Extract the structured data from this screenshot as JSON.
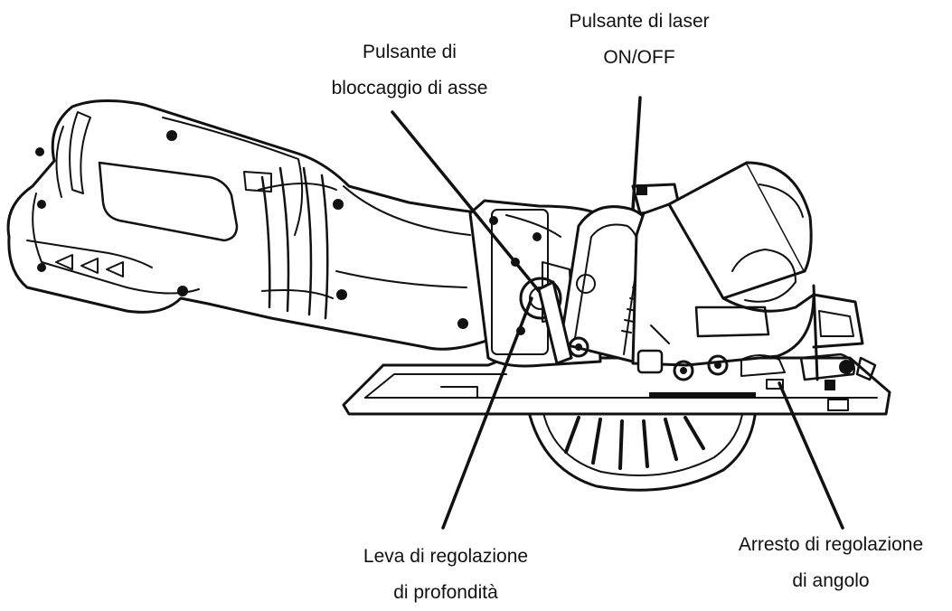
{
  "labels": {
    "laser_button": {
      "line1": "Pulsante di laser",
      "line2": "ON/OFF"
    },
    "spindle_lock": {
      "line1": "Pulsante di",
      "line2": "bloccaggio di asse"
    },
    "depth_lever": {
      "line1": "Leva di regolazione",
      "line2": "di profondità"
    },
    "angle_stop": {
      "line1": "Arresto di regolazione",
      "line2": "di angolo"
    }
  },
  "colors": {
    "ink": "#111111",
    "background": "#ffffff"
  }
}
